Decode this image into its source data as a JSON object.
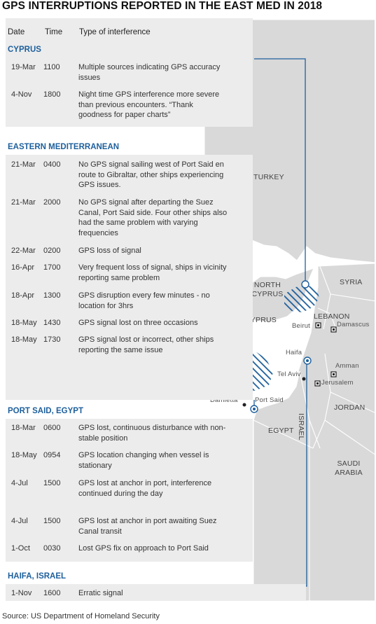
{
  "title": "GPS INTERRUPTIONS REPORTED IN THE EAST MED IN 2018",
  "table_headers": {
    "date": "Date",
    "time": "Time",
    "type": "Type of interference"
  },
  "regions": [
    {
      "name": "CYPRUS",
      "incidents": [
        {
          "date": "19-Mar",
          "time": "1100",
          "text": "Multiple sources indicating GPS accuracy issues"
        },
        {
          "date": "4-Nov",
          "time": "1800",
          "text": "Night time GPS interference more severe than previous encounters. “Thank goodness for paper charts”"
        }
      ]
    },
    {
      "name": "EASTERN MEDITERRANEAN",
      "incidents": [
        {
          "date": "21-Mar",
          "time": "0400",
          "text": "No GPS signal sailing west of Port Said en route to Gibraltar, other ships experiencing GPS issues."
        },
        {
          "date": "21-Mar",
          "time": "2000",
          "text": "No GPS signal after departing the Suez Canal, Port Said side. Four other ships also had the same problem with varying frequencies"
        },
        {
          "date": "22-Mar",
          "time": "0200",
          "text": "GPS loss of signal"
        },
        {
          "date": "16-Apr",
          "time": "1700",
          "text": "Very frequent loss of signal, ships in vicinity reporting same problem"
        },
        {
          "date": "18-Apr",
          "time": "1300",
          "text": "GPS disruption every few minutes - no location for 3hrs"
        },
        {
          "date": "18-May",
          "time": "1430",
          "text": "GPS signal lost on three occasions"
        },
        {
          "date": "18-May",
          "time": "1730",
          "text": "GPS signal lost or incorrect, other ships reporting the same issue"
        }
      ]
    },
    {
      "name": "PORT SAID, EGYPT",
      "incidents": [
        {
          "date": "18-Mar",
          "time": "0600",
          "text": "GPS lost, continuous disturbance with non-stable position"
        },
        {
          "date": "18-May",
          "time": "0954",
          "text": "GPS location changing when vessel is stationary"
        },
        {
          "date": "4-Jul",
          "time": "1500",
          "text": "GPS lost at anchor in port, interference continued during the day"
        },
        {
          "date": "4-Jul",
          "time": "1500",
          "text": "GPS lost at anchor in port awaiting Suez Canal transit"
        },
        {
          "date": "1-Oct",
          "time": "0030",
          "text": "Lost GPS fix on approach to Port Said"
        }
      ]
    },
    {
      "name": "HAIFA, ISRAEL",
      "incidents": [
        {
          "date": "1-Nov",
          "time": "1600",
          "text": "Erratic signal"
        }
      ]
    }
  ],
  "map_labels": {
    "turkey": "TURKEY",
    "syria": "SYRIA",
    "north_cyprus": "NORTH CYPRUS",
    "cyprus": "CYPRUS",
    "lebanon": "LEBANON",
    "beirut": "Beirut",
    "damascus": "Damascus",
    "haifa": "Haifa",
    "tel_aviv": "Tel Aviv",
    "amman": "Amman",
    "jerusalem": "Jerusalem",
    "jordan": "JORDAN",
    "israel": "ISRAEL",
    "damietta": "Damietta",
    "port_said": "Port Said",
    "egypt": "EGYPT",
    "saudi_arabia": "SAUDI ARABIA"
  },
  "source": "Source: US Department of Homeland Security",
  "colors": {
    "accent": "#1d5f9c",
    "land": "#d9d9d9",
    "sea": "#ffffff",
    "panel": "#ececec",
    "border": "#ffffff"
  }
}
